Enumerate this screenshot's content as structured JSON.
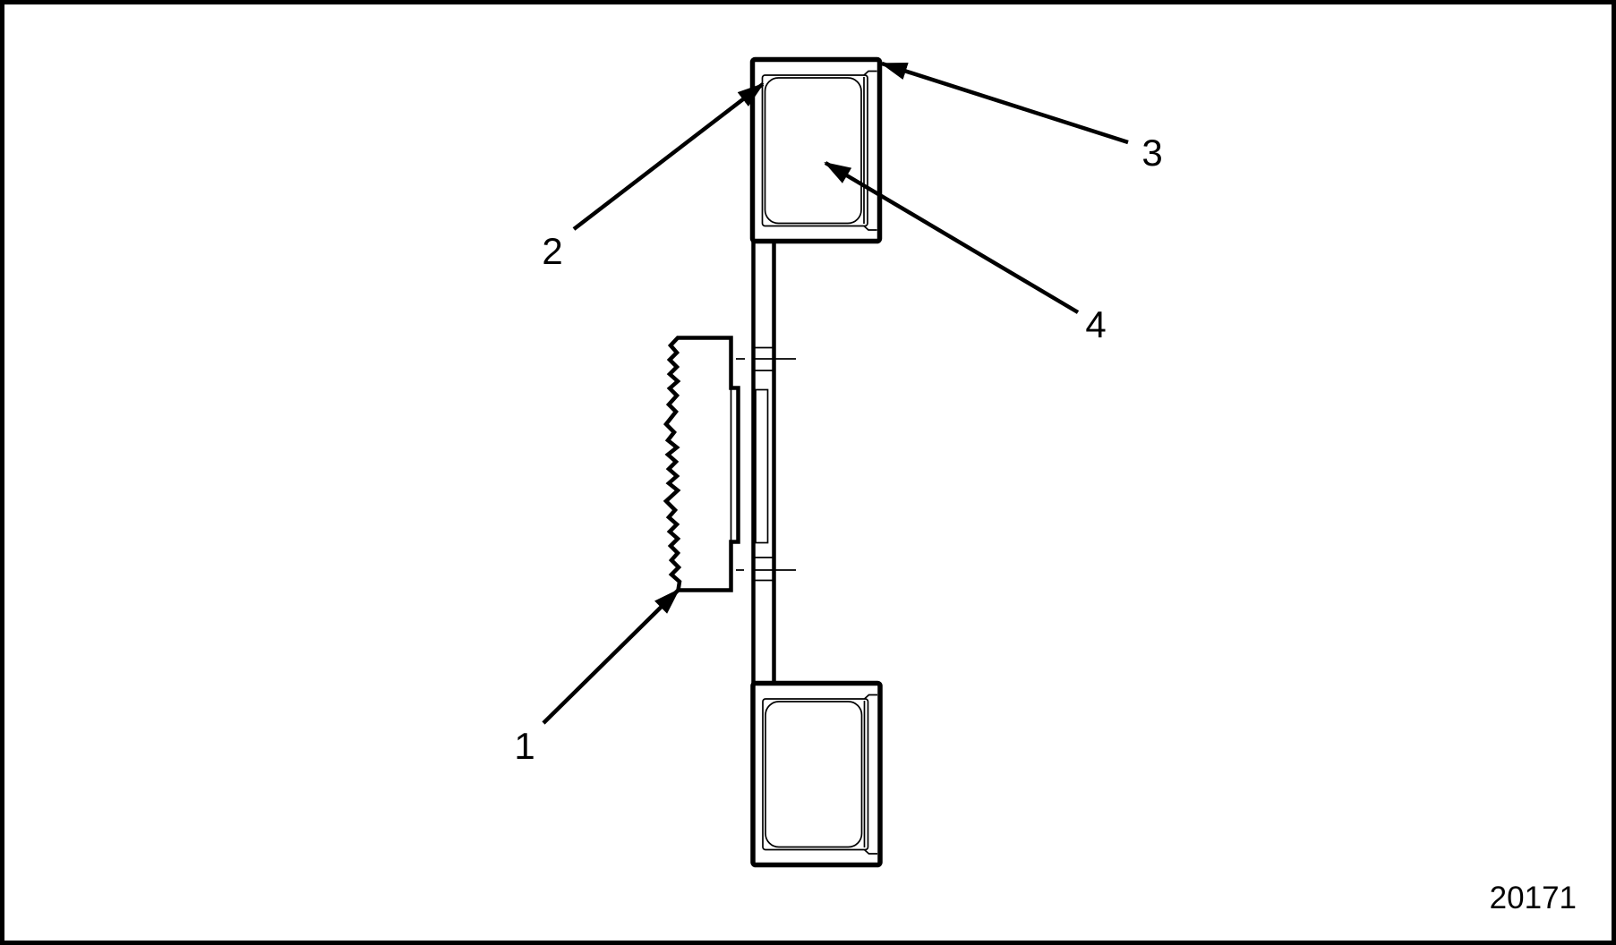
{
  "figure": {
    "kind": "technical-line-drawing",
    "figure_number": "20171",
    "callouts": [
      {
        "label": "1"
      },
      {
        "label": "2"
      },
      {
        "label": "3"
      },
      {
        "label": "4"
      }
    ],
    "colors": {
      "line": "#000000",
      "background": "#ffffff"
    }
  }
}
